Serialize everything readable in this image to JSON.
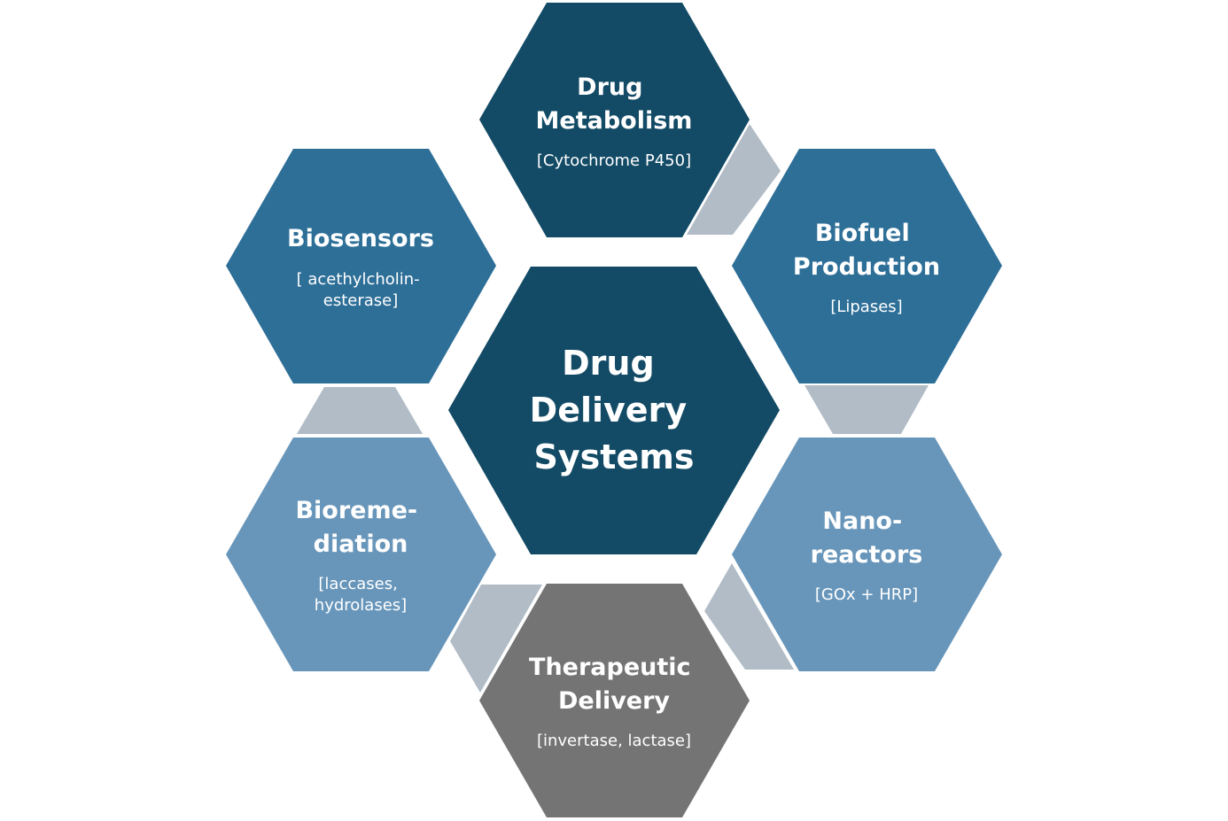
{
  "colors": {
    "background": "#ffffff",
    "dark_navy": "#134b66",
    "medium_blue": "#2e6f98",
    "light_blue": "#6896ba",
    "gray": "#747474",
    "connector": "#b1bcc6",
    "text": "#ffffff"
  },
  "center": {
    "title_lines": [
      "Drug",
      "Delivery",
      "Systems"
    ]
  },
  "nodes": [
    {
      "id": "drug-metabolism",
      "title_lines": [
        "Drug",
        "Metabolism"
      ],
      "subtitle_lines": [
        "[Cytochrome P450]"
      ]
    },
    {
      "id": "biofuel-production",
      "title_lines": [
        "Biofuel",
        "Production"
      ],
      "subtitle_lines": [
        "[Lipases]"
      ]
    },
    {
      "id": "nanoreactors",
      "title_lines": [
        "Nano-",
        "reactors"
      ],
      "subtitle_lines": [
        "[GOx + HRP]"
      ]
    },
    {
      "id": "therapeutic-delivery",
      "title_lines": [
        "Therapeutic",
        "Delivery"
      ],
      "subtitle_lines": [
        "[invertase, lactase]"
      ]
    },
    {
      "id": "bioremediation",
      "title_lines": [
        "Bioreme-",
        "diation"
      ],
      "subtitle_lines": [
        "[laccases,",
        "hydrolases]"
      ]
    },
    {
      "id": "biosensors",
      "title_lines": [
        "Biosensors"
      ],
      "subtitle_lines": [
        "[ acethylcholin-",
        "esterase]"
      ]
    }
  ]
}
